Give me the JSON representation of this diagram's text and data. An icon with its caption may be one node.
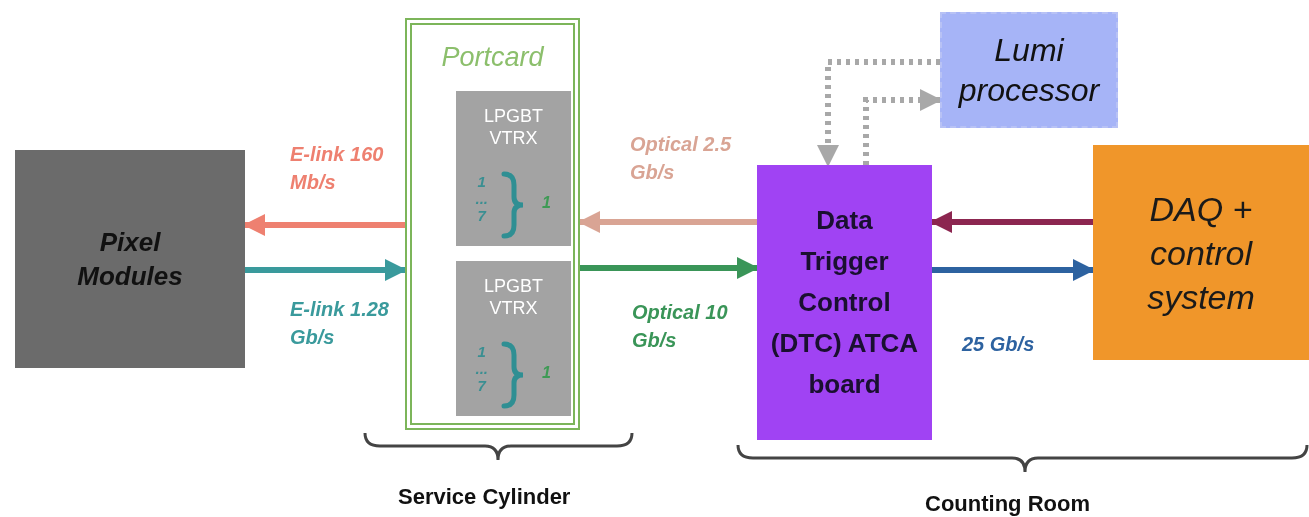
{
  "diagram": {
    "nodes": [
      {
        "text": [
          "Pixel Modules"
        ]
      },
      {
        "text": [
          "Portcard"
        ]
      },
      {
        "text": [
          "LPGBT VTRX",
          "1 ... 7",
          "1"
        ],
        "in": 1
      },
      {
        "text": [
          "LPGBT VTRX",
          "1 ... 7",
          "1"
        ],
        "in": 1
      },
      {
        "text": [
          "Data Trigger Control (DTC) ATCA board"
        ]
      },
      {
        "text": [
          "Lumi processor"
        ]
      },
      {
        "text": [
          "DAQ + control system"
        ]
      }
    ],
    "edges": [
      {
        "from": 1,
        "to": 0,
        "arrow": "to",
        "label": "E-link 160 Mb/s",
        "color": "#ee8070"
      },
      {
        "from": 0,
        "to": 1,
        "arrow": "to",
        "label": "E-link 1.28 Gb/s",
        "color": "#3a9a9c"
      },
      {
        "from": 4,
        "to": 1,
        "arrow": "to",
        "label": "Optical 2.5 Gb/s",
        "color": "#d9a494"
      },
      {
        "from": 1,
        "to": 4,
        "arrow": "to",
        "label": "Optical 10 Gb/s",
        "color": "#3a9558"
      },
      {
        "from": 6,
        "to": 4,
        "arrow": "to",
        "color": "#8c2650"
      },
      {
        "from": 4,
        "to": 6,
        "arrow": "to",
        "label": "25 Gb/s",
        "color": "#2d62a0"
      },
      {
        "from": 5,
        "to": 4,
        "arrow": "to",
        "style": "dashed",
        "color": "#a8a8a8"
      },
      {
        "from": 4,
        "to": 5,
        "arrow": "to",
        "style": "dashed",
        "color": "#a8a8a8"
      }
    ],
    "labels": [
      "Service Cylinder",
      "Counting Room"
    ]
  }
}
